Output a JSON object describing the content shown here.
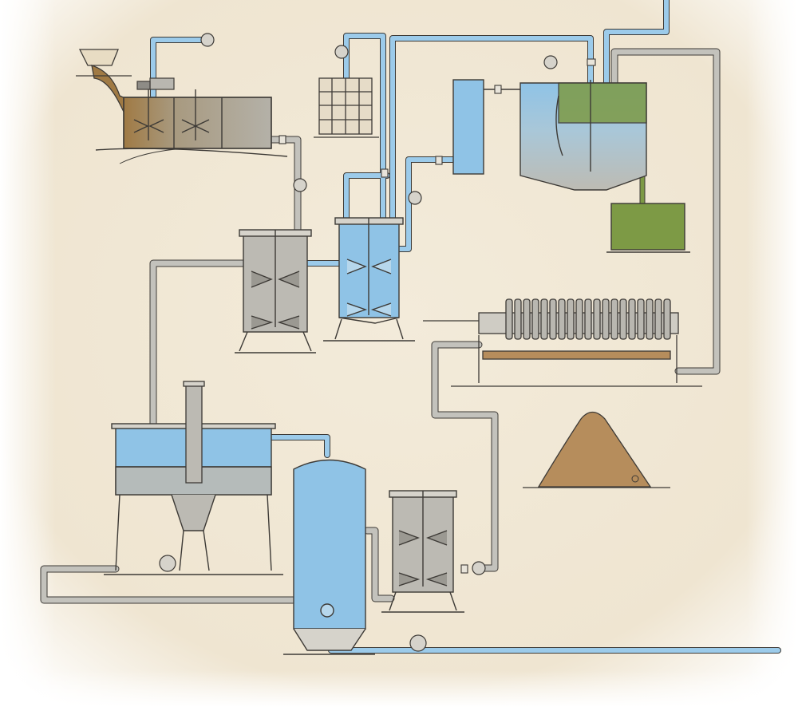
{
  "colors": {
    "paper": "#f1e8d6",
    "paper_edge": "#ffffff",
    "ink": "#3d3a36",
    "steel": "#b9b7b0",
    "steel_dark": "#8e8c86",
    "water": "#8fc3e6",
    "water_pipe": "#9ccbea",
    "gray_pipe": "#c3c2bc",
    "sludge": "#a07a44",
    "green_water": "#7d9a45",
    "cake": "#b68d5c"
  },
  "equipment": {
    "feed_hopper": "feed-hopper",
    "mixing_tank": "mixing-tank",
    "ibc_container": "ibc-container",
    "reactor_1": "reactor-tank",
    "reactor_2": "dosing-tank",
    "settling_tank": "settling-tank",
    "small_tank": "buffer-tank",
    "sludge_tank": "sludge-tank",
    "filter_press": "filter-press",
    "filter_cake": "filter-cake-pile",
    "clarifier": "clarifier",
    "storage_tank": "storage-tank",
    "reactor_3": "reactor-tank"
  },
  "icons": {
    "pump": "pump-icon",
    "valve": "valve-icon",
    "motor": "motor-icon",
    "recycle": "recycle-icon"
  }
}
